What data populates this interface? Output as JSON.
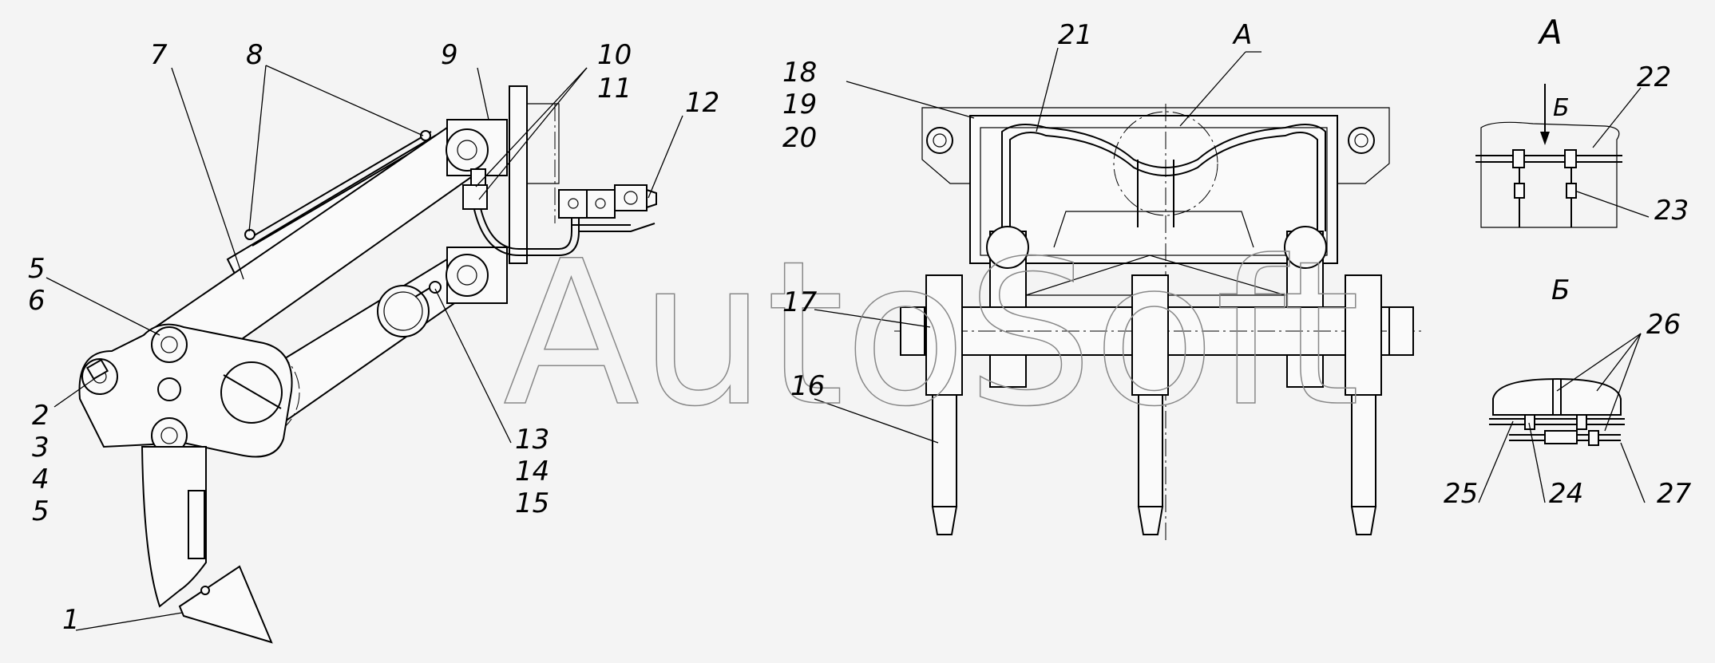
{
  "watermark": "AutoSoft",
  "callouts": {
    "c1": "1",
    "c2": "2",
    "c3": "3",
    "c4": "4",
    "c5a": "5",
    "c5b": "5",
    "c6": "6",
    "c7": "7",
    "c8": "8",
    "c9": "9",
    "c10": "10",
    "c11": "11",
    "c12": "12",
    "c13": "13",
    "c14": "14",
    "c15": "15",
    "c16": "16",
    "c17": "17",
    "c18": "18",
    "c19": "19",
    "c20": "20",
    "c21": "21",
    "c22": "22",
    "c23": "23",
    "c24": "24",
    "c25": "25",
    "c26": "26",
    "c27": "27",
    "viewA": "А",
    "viewB": "Б"
  },
  "views": {
    "title_a": "А",
    "title_b": "Б",
    "arrow_b": "Б"
  }
}
